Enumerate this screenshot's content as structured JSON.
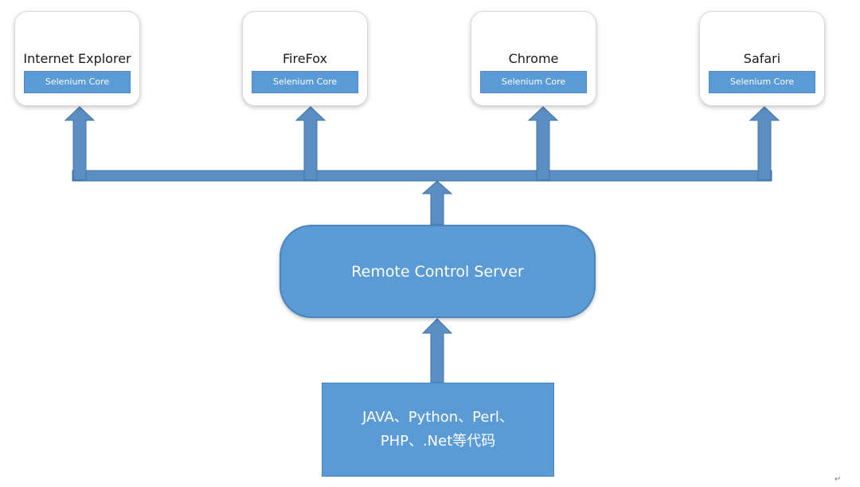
{
  "browsers": [
    {
      "name": "Internet Explorer",
      "core": "Selenium Core"
    },
    {
      "name": "FireFox",
      "core": "Selenium Core"
    },
    {
      "name": "Chrome",
      "core": "Selenium Core"
    },
    {
      "name": "Safari",
      "core": "Selenium Core"
    }
  ],
  "server": {
    "label": "Remote Control Server"
  },
  "code": {
    "line1": "JAVA、Python、Perl、",
    "line2": "PHP、.Net等代码"
  },
  "colors": {
    "accent": "#5b9bd5",
    "arrow": "#5b8ec2",
    "arrow_edge": "#3f73a8"
  },
  "paragraph_mark": "↵"
}
